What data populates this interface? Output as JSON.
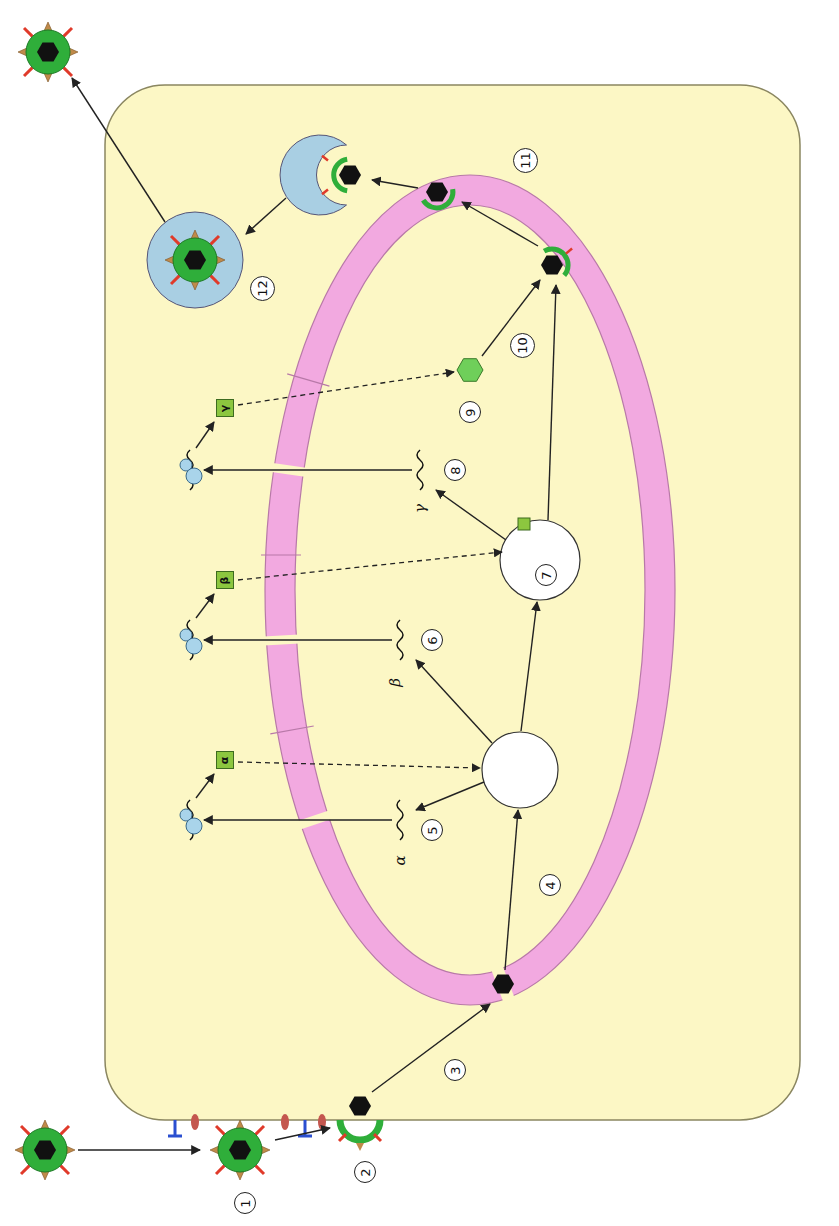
{
  "diagram": {
    "nodes": [
      {
        "text": [
          "α"
        ]
      },
      {
        "text": [
          "β"
        ]
      },
      {
        "text": [
          "γ"
        ]
      }
    ],
    "labels": [
      "1",
      "2",
      "3",
      "4",
      "α",
      "5",
      "β",
      "6",
      "7",
      "γ",
      "8",
      "9",
      "10",
      "11",
      "12"
    ]
  }
}
